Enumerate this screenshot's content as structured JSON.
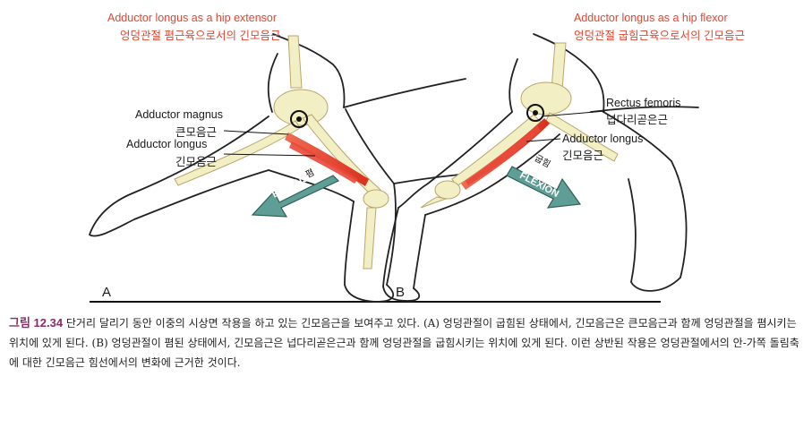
{
  "panel_a": {
    "title_en": "Adductor longus as a hip extensor",
    "title_ko": "엉덩관절 폄근육으로서의 긴모음근",
    "label_magnus_en": "Adductor magnus",
    "label_magnus_ko": "큰모음근",
    "label_longus_en": "Adductor longus",
    "label_longus_ko": "긴모음근",
    "arrow_en": "EXTENSION",
    "arrow_ko": "폄",
    "letter": "A"
  },
  "panel_b": {
    "title_en": "Adductor longus as a hip flexor",
    "title_ko": "엉덩관절 굽힘근육으로서의 긴모음근",
    "label_rectus_en": "Rectus femoris",
    "label_rectus_ko": "넙다리곧은근",
    "label_longus_en": "Adductor longus",
    "label_longus_ko": "긴모음근",
    "arrow_en": "FLEXION",
    "arrow_ko": "굽힘",
    "letter": "B"
  },
  "caption": {
    "figure_number": "그림 12.34",
    "text": " 단거리 달리기 동안 이중의 시상면 작용을 하고 있는 긴모음근을 보여주고 있다. (A) 엉덩관절이 굽힘된 상태에서, 긴모음근은 큰모음근과 함께 엉덩관절을 폄시키는 위치에 있게 된다. (B) 엉덩관절이 폄된 상태에서, 긴모음근은 넙다리곧은근과 함께 엉덩관절을 굽힘시키는 위치에 있게 된다. 이런 상반된 작용은 엉덩관절에서의 안-가쪽 돌림축에 대한 긴모음근 힘선에서의 변화에 근거한 것이다."
  },
  "colors": {
    "title_red": "#e2452f",
    "muscle_red": "#e8493a",
    "arrow_teal": "#5f9e96",
    "bone": "#f3efc4",
    "figure_magenta": "#8b2a68"
  }
}
